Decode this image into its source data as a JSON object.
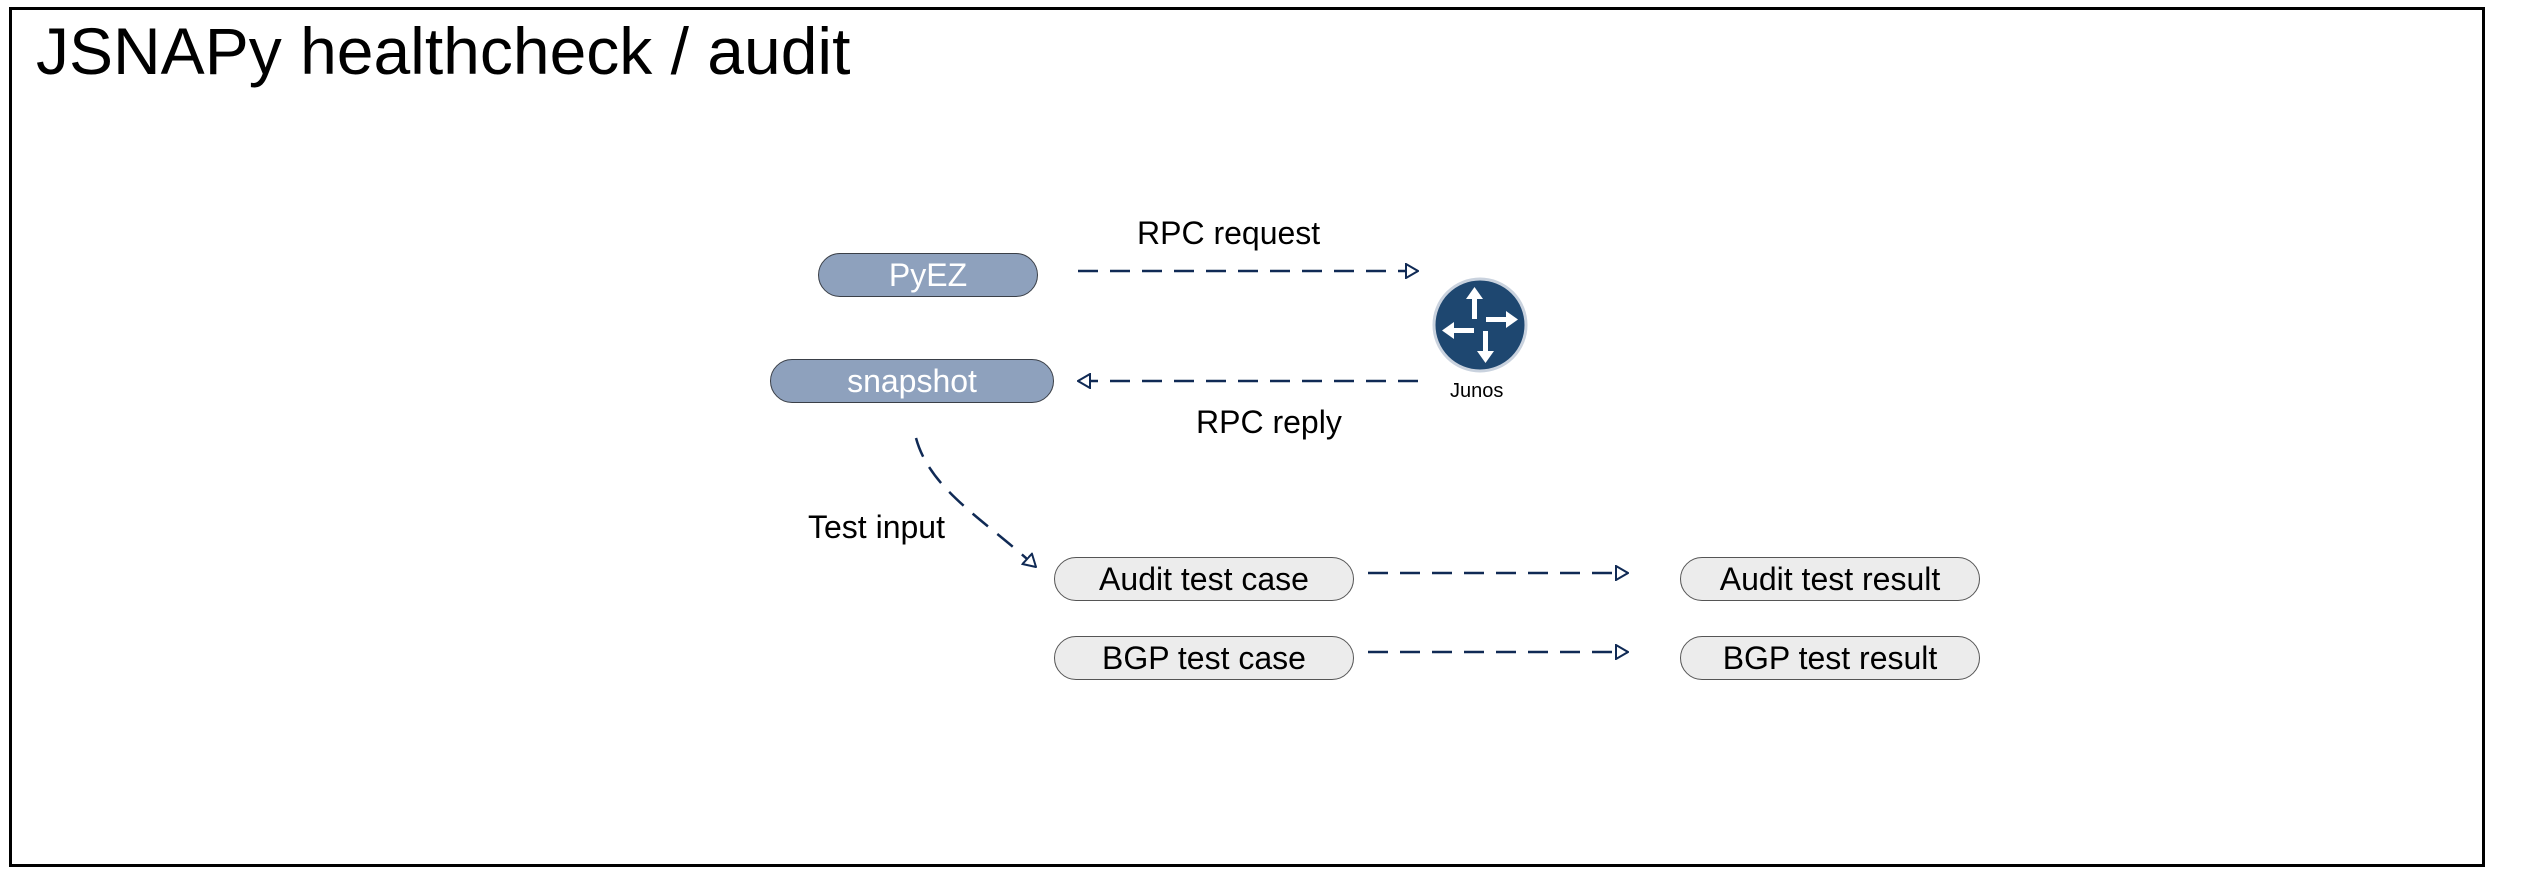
{
  "title": "JSNAPy healthcheck / audit",
  "nodes": {
    "pyez": "PyEZ",
    "snapshot": "snapshot",
    "audit_case": "Audit test case",
    "bgp_case": "BGP test case",
    "audit_result": "Audit test result",
    "bgp_result": "BGP test result",
    "junos": "Junos"
  },
  "edges": {
    "rpc_request": "RPC request",
    "rpc_reply": "RPC reply",
    "test_input": "Test input"
  },
  "colors": {
    "arrow": "#102a55",
    "app_fill": "#8ea1bd",
    "test_fill": "#ececec",
    "router": "#1e4770"
  },
  "icons": {
    "router": "juniper-router-icon"
  }
}
